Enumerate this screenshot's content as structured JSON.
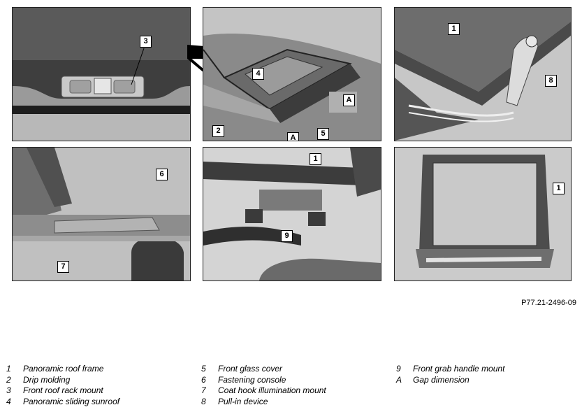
{
  "figure": {
    "reference": "P77.21-2496-09",
    "panels": [
      {
        "callouts": [
          "3"
        ]
      },
      {
        "callouts": [
          "4",
          "2",
          "5",
          "A",
          "A"
        ]
      },
      {
        "callouts": [
          "1",
          "8"
        ]
      },
      {
        "callouts": [
          "6",
          "7"
        ]
      },
      {
        "callouts": [
          "1",
          "9"
        ]
      },
      {
        "callouts": [
          "1"
        ]
      }
    ]
  },
  "legend": {
    "columns": [
      [
        {
          "num": "1",
          "text": "Panoramic roof frame"
        },
        {
          "num": "2",
          "text": "Drip molding"
        },
        {
          "num": "3",
          "text": "Front roof rack mount"
        },
        {
          "num": "4",
          "text": "Panoramic sliding sunroof"
        }
      ],
      [
        {
          "num": "5",
          "text": "Front glass cover"
        },
        {
          "num": "6",
          "text": "Fastening console"
        },
        {
          "num": "7",
          "text": "Coat hook illumination mount"
        },
        {
          "num": "8",
          "text": "Pull-in device"
        }
      ],
      [
        {
          "num": "9",
          "text": "Front grab handle mount"
        },
        {
          "num": "A",
          "text": "Gap dimension"
        }
      ]
    ]
  }
}
